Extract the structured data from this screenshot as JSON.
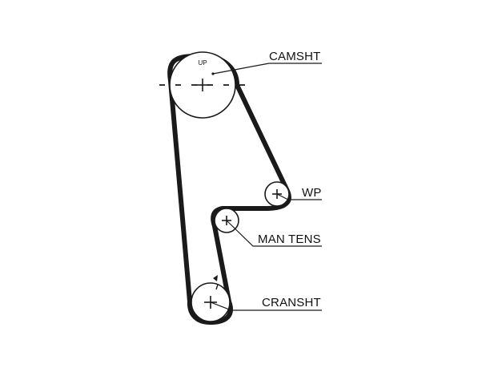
{
  "diagram": {
    "pulleys": {
      "camshaft": {
        "label": "CAMSHT",
        "mark": "UP"
      },
      "water_pump": {
        "label": "WP"
      },
      "tensioner": {
        "label": "MAN TENS"
      },
      "crankshaft": {
        "label": "CRANSHT"
      }
    },
    "colors": {
      "belt": "#1a1a1a",
      "line": "#1a1a1a",
      "background": "#ffffff"
    }
  }
}
